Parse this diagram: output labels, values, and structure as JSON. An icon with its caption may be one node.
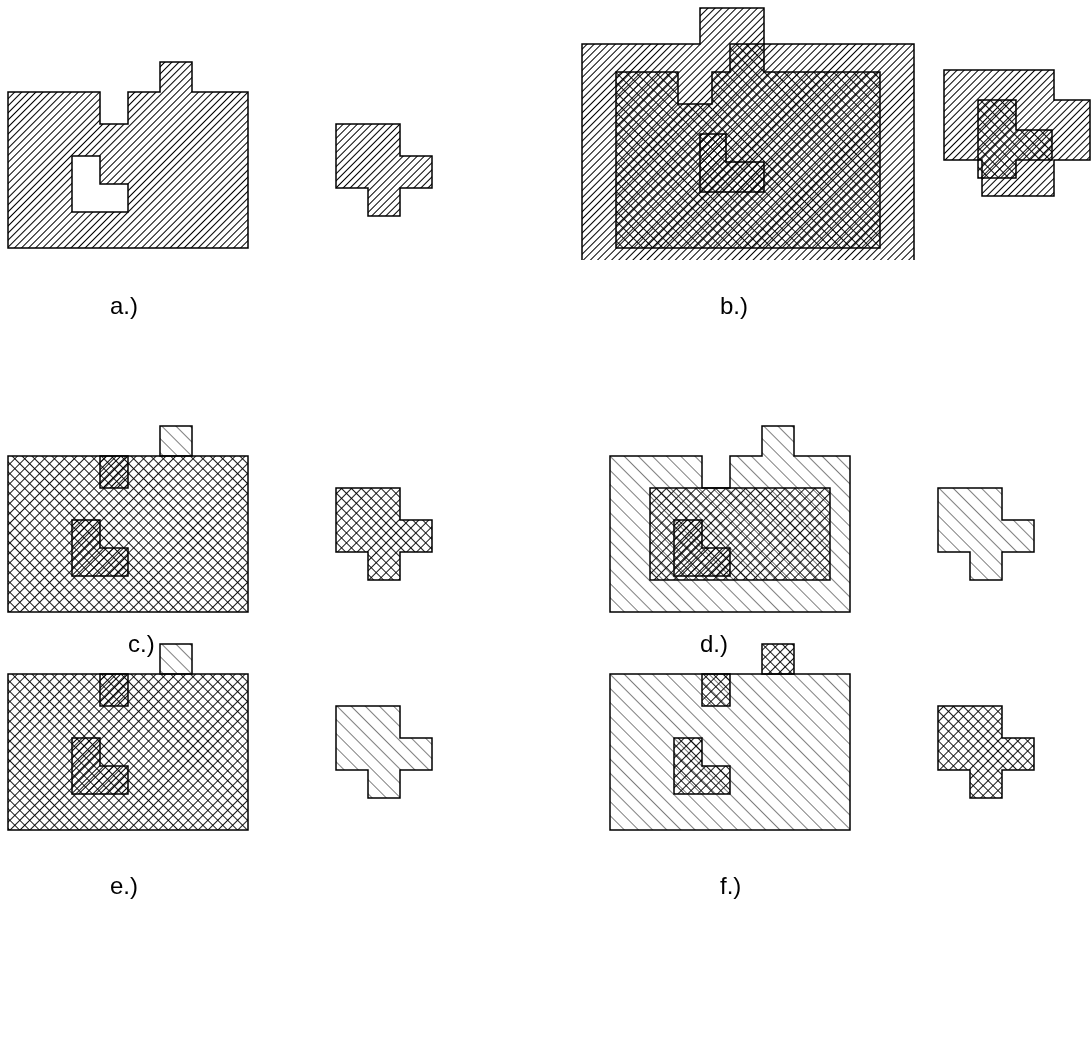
{
  "diagram": {
    "labels": [
      "a.)",
      "b.)",
      "c.)",
      "d.)",
      "e.)",
      "f.)"
    ]
  }
}
